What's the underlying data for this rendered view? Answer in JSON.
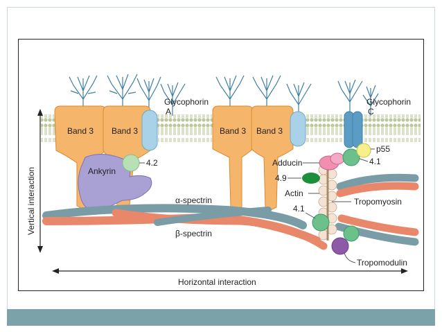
{
  "labels": {
    "glycophorin_a": [
      "Glycophorin",
      "A"
    ],
    "glycophorin_c": [
      "Glycophorin",
      "C"
    ],
    "band3": "Band 3",
    "ankyrin": "Ankyrin",
    "protein_4_2": "4.2",
    "p55": "p55",
    "adducin": "Adducin",
    "protein_4_1": "4.1",
    "protein_4_9": "4.9",
    "actin": "Actin",
    "tropomyosin": "Tropomyosin",
    "tropomodulin": "Tropomodulin",
    "alpha_spectrin": "α-spectrin",
    "beta_spectrin": "β-spectrin",
    "vertical_axis": "Vertical interaction",
    "horizontal_axis": "Horizontal interaction"
  },
  "colors": {
    "band3": "#f5b56b",
    "band3_stroke": "#d98a32",
    "glycophorin": "#a9d1e8",
    "ankyrin": "#a9a0d4",
    "protein_4_2": "#b7e0b5",
    "alpha_spectrin": "#e9876a",
    "beta_spectrin": "#7a9ca6",
    "membrane": "#c9d2a8",
    "carbohydrate": "#3e7fa3",
    "adducin": "#f08fb0",
    "protein_4_1": "#6cc08b",
    "protein_4_9": "#1b8f3a",
    "actin": "#f4e3d5",
    "tropomodulin": "#8e5aa8",
    "p55": "#f7ef8a",
    "frame_band": "#7aa2a8"
  }
}
